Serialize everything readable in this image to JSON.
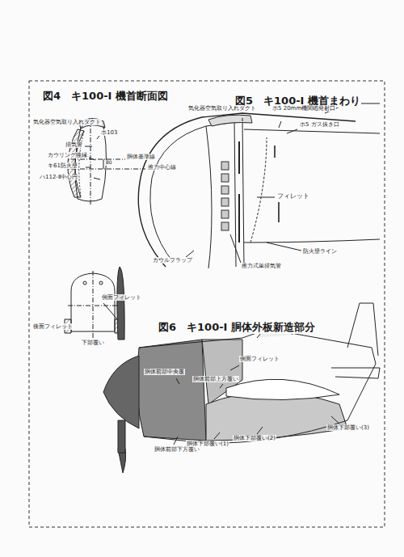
{
  "diagram": {
    "labels": [
      "図4　キ100-Ⅰ 機首断面図",
      "図5　キ100-Ⅰ 機首まわり",
      "図6　キ100-Ⅰ 胴体外板新造部分",
      "気化器空気取り入れダクト",
      "ホ103",
      "排気管",
      "カウリング後縁",
      "胴体基準線",
      "キ61防火壁",
      "80",
      "推力中心線",
      "ハ112-Ⅱ中心円",
      "気化器空気取り入れダクト",
      "ホ5 20mm機関砲発射口",
      "ホ5 ガス抜き口",
      "フィレット",
      "防火壁ライン",
      "カウルフラップ",
      "推力式単排気管",
      "側面フィレット",
      "後面フィレット",
      "下部覆い",
      "胴体前部中央覆",
      "胴体前部上方覆い",
      "側面フィレット",
      "胴体前部下方覆い",
      "胴体下部覆い(1)",
      "胴体下部覆い(2)",
      "胴体下部覆い(3)"
    ]
  }
}
